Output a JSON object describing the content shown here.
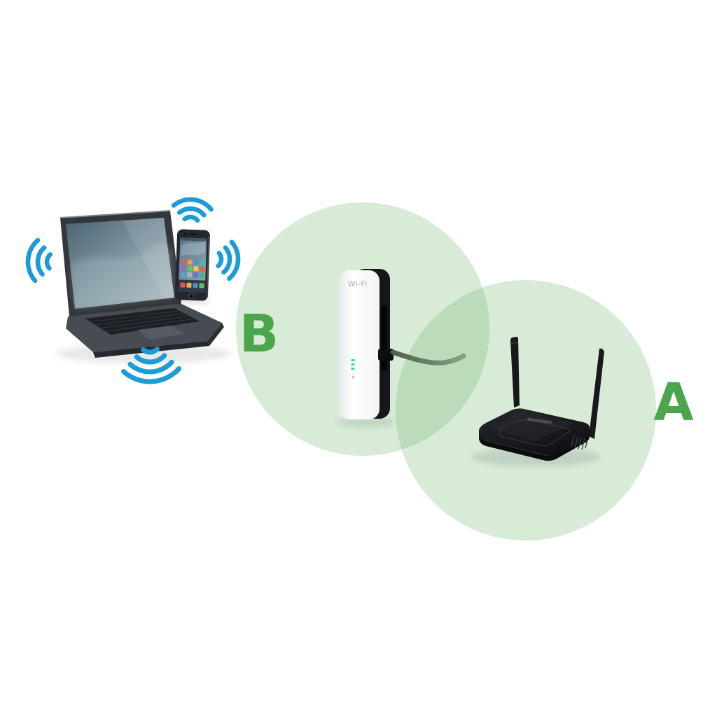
{
  "zones": {
    "a_label": "A",
    "b_label": "B",
    "label_color": "#4aa54c",
    "fill_color": "#6ab46a",
    "fill_opacity": "0.27"
  },
  "wifi_signals": {
    "color": "#1b9bd8",
    "count": 4,
    "positions": [
      "left-of-laptop",
      "above-smartphone",
      "right-of-smartphone",
      "below-laptop"
    ]
  },
  "extender": {
    "label": "Wi-Fi",
    "led_count": 3,
    "led_color": "#37cf9c",
    "body_color": "#fbfcfb",
    "cable_color": "#4e5c49"
  },
  "router": {
    "antenna_count": 2,
    "body_color": "#17181b"
  },
  "icons": {
    "wifi_left": "wifi-signal-icon",
    "wifi_top": "wifi-signal-icon",
    "wifi_right": "wifi-signal-icon",
    "wifi_bottom": "wifi-signal-icon"
  }
}
